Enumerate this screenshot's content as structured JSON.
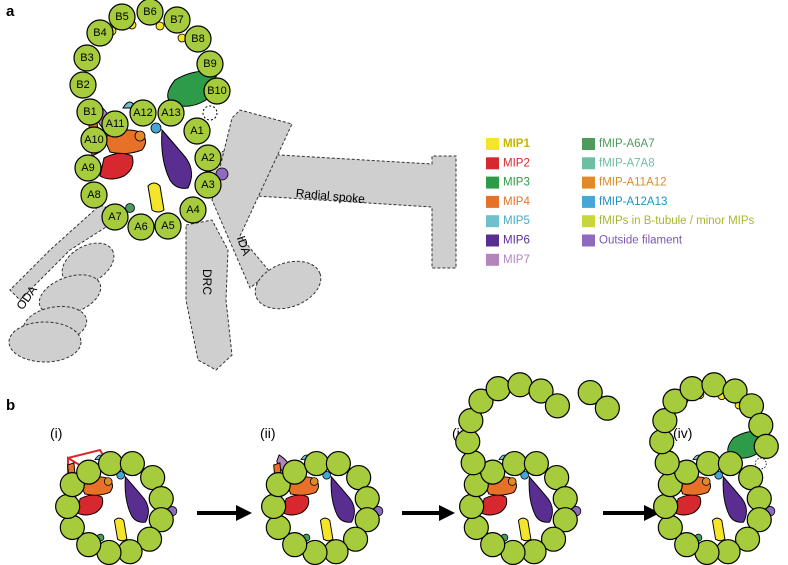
{
  "panels": {
    "a": "a",
    "b": "b"
  },
  "doublet_labels": {
    "b_tubule": [
      "B1",
      "B2",
      "B3",
      "B4",
      "B5",
      "B6",
      "B7",
      "B8",
      "B9",
      "B10"
    ],
    "a_tubule": [
      "A1",
      "A2",
      "A3",
      "A4",
      "A5",
      "A6",
      "A7",
      "A8",
      "A9",
      "A10",
      "A11",
      "A12",
      "A13"
    ]
  },
  "structures": {
    "radial_spoke": "Radial spoke",
    "ida": "IDA",
    "drc": "DRC",
    "oda": "ODA"
  },
  "legend": [
    {
      "label": "MIP1",
      "color": "#f5e52a",
      "text_color": "#c8b400",
      "bold": true
    },
    {
      "label": "MIP2",
      "color": "#d7282f",
      "text_color": "#d7282f"
    },
    {
      "label": "MIP3",
      "color": "#2e9b48",
      "text_color": "#2e9b48"
    },
    {
      "label": "MIP4",
      "color": "#e8712a",
      "text_color": "#e8712a"
    },
    {
      "label": "MIP5",
      "color": "#6ec1cc",
      "text_color": "#4aa8c0"
    },
    {
      "label": "MIP6",
      "color": "#5a2d91",
      "text_color": "#5a2d91"
    },
    {
      "label": "MIP7",
      "color": "#b484bd",
      "text_color": "#b484bd"
    },
    {
      "label": "fMIP-A6A7",
      "color": "#4c9a5c",
      "text_color": "#4c9a5c"
    },
    {
      "label": "fMIP-A7A8",
      "color": "#6cbfa2",
      "text_color": "#6cbfa2"
    },
    {
      "label": "fMIP-A11A12",
      "color": "#e28a25",
      "text_color": "#e28a25"
    },
    {
      "label": "fMIP-A12A13",
      "color": "#46a7d6",
      "text_color": "#1f8fc5"
    },
    {
      "label": "fMIPs in B-tubule / minor MIPs",
      "color": "#c9d63a",
      "text_color": "#a9b82a"
    },
    {
      "label": "Outside filament",
      "color": "#8e6bbf",
      "text_color": "#7a58b0"
    }
  ],
  "steps": [
    "(i)",
    "(ii)",
    "(iii)",
    "(iv)"
  ]
}
